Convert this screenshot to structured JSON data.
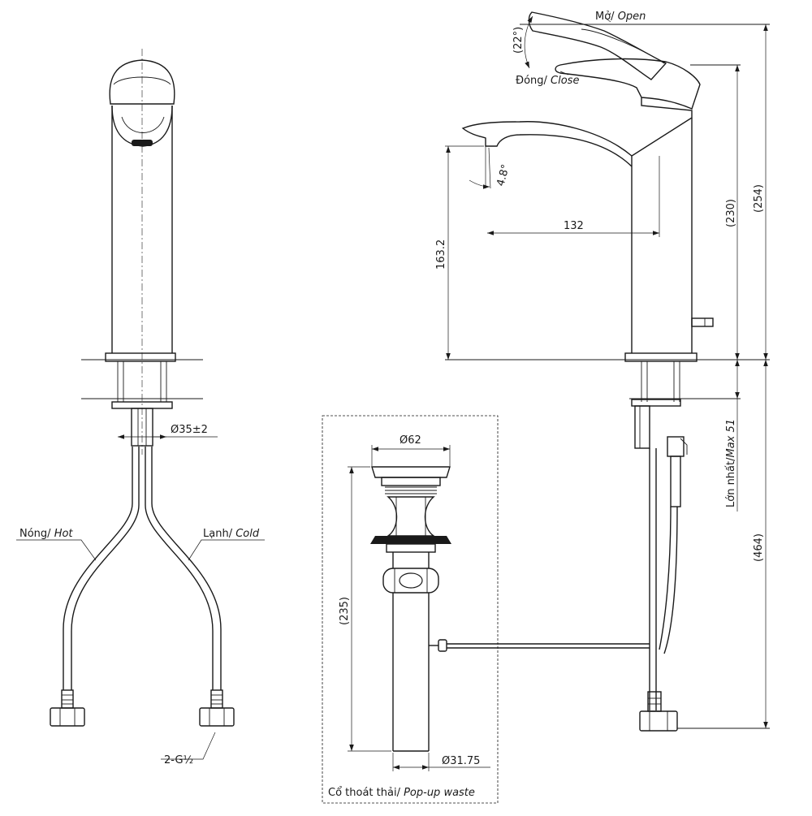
{
  "labels": {
    "open_prefix": "Mở/ ",
    "open": "Open",
    "close_prefix": "Đóng/ ",
    "close": "Close",
    "hot_prefix": "Nóng/ ",
    "hot": "Hot",
    "cold_prefix": "Lạnh/ ",
    "cold": "Cold",
    "max_prefix": "Lớn nhất/",
    "max": "Max 51",
    "waste_prefix": "Cổ thoát thải/ ",
    "waste": "Pop-up waste",
    "thread": "2-G½"
  },
  "dimensions": {
    "angle_handle": "(22°)",
    "angle_spout": "4.8°",
    "spout_reach": "132",
    "spout_height": "163.2",
    "body_height": "(230)",
    "overall_height": "(254)",
    "hose_length": "(464)",
    "hole_diameter": "Ø35±2",
    "waste_cap": "Ø62",
    "waste_length": "(235)",
    "waste_tail": "Ø31.75"
  }
}
